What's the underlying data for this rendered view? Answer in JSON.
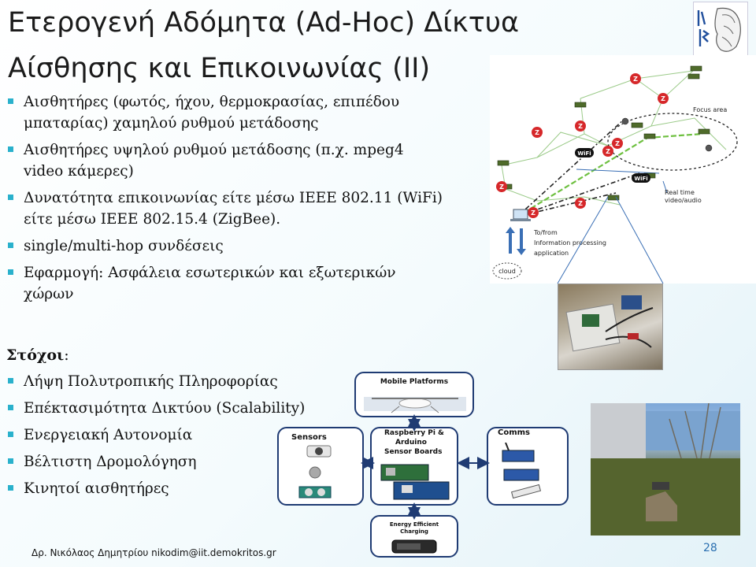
{
  "title": {
    "line1": "Ετερογενή Αδόμητα (Ad-Hoc) Δίκτυα",
    "line2": "Αίσθησης και Επικοινωνίας (ΙΙ)"
  },
  "bullets": [
    "Αισθητήρες (φωτός, ήχου, θερμοκρασίας, επιπέδου μπαταρίας) χαμηλού ρυθμού  μετάδοσης",
    "Αισθητήρες υψηλού ρυθμού μετάδοσης (π.χ. mpeg4 video κάμερες)",
    "Δυνατότητα επικοινωνίας είτε μέσω IEEE 802.11 (WiFi) είτε μέσω IEEE 802.15.4 (ZigBee).",
    "single/multi-hop συνδέσεις",
    "Εφαρμογή: Ασφάλεια εσωτερικών και εξωτερικών χώρων"
  ],
  "goals": {
    "heading": "Στόχοι",
    "colon": ":",
    "items": [
      "Λήψη Πολυτροπικής Πληροφορίας",
      "Επέκτασιμότητα Δικτύου (Scalability)",
      "Ενεργειακή Αυτονομία",
      "Βέλτιστη Δρομολόγηση",
      "Κινητοί αισθητήρες"
    ]
  },
  "network_diagram": {
    "focus_area": "Focus area",
    "realtime_1": "Real time",
    "realtime_2": "video/audio",
    "tofrom_1": "To/from",
    "tofrom_2": "Information processing",
    "tofrom_3": "application",
    "cloud": "cloud",
    "wifi": "WiFi",
    "zigbee": "Z"
  },
  "blocks": {
    "mobile": "Mobile Platforms",
    "sensors": "Sensors",
    "rpi_1": "Raspberry Pi &",
    "rpi_2": "Arduino",
    "rpi_3": "Sensor Boards",
    "comms": "Comms",
    "energy_1": "Energy Efficient",
    "energy_2": "Charging"
  },
  "footer": "Δρ. Νικόλαος Δημητρίου nikodim@iit.demokritos.gr",
  "page_number": "28",
  "colors": {
    "bullet": "#2ab1cc",
    "box_border": "#1f3b73",
    "zigbee_red": "#d6282a",
    "arrow_blue": "#3a6fb5"
  }
}
